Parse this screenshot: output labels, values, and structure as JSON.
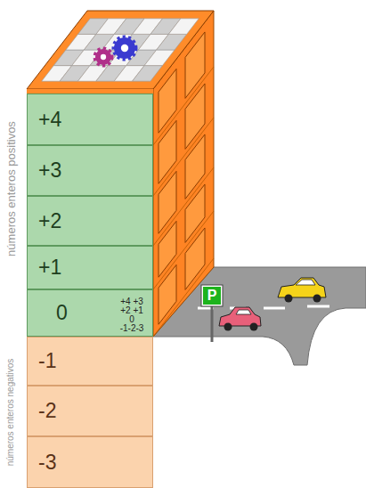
{
  "diagram": {
    "nodes": [
      {
        "text": [
          "+4"
        ]
      },
      {
        "text": [
          "+3"
        ]
      },
      {
        "text": [
          "+2"
        ]
      },
      {
        "text": [
          "+1"
        ]
      },
      {
        "text": [
          "0"
        ]
      },
      {
        "text": [
          "-1"
        ]
      },
      {
        "text": [
          "-2"
        ]
      },
      {
        "text": [
          "-3"
        ]
      }
    ],
    "labels": [
      "números enteros positivos",
      "+4 +3",
      "+2 +1",
      "0",
      "-1-2-3",
      "P",
      "números enteros negativos"
    ]
  }
}
